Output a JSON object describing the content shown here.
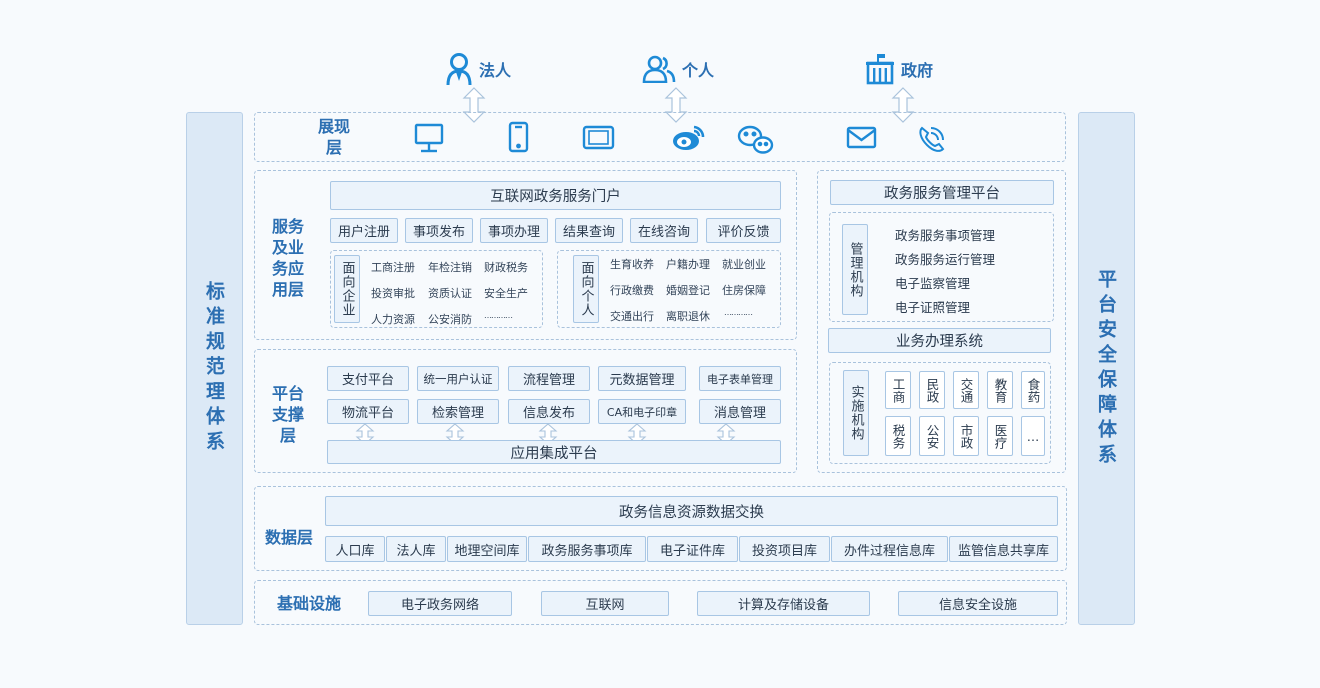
{
  "colors": {
    "accent": "#2c6fb2",
    "icon": "#1e8ad6",
    "panel": "#ebf3fb",
    "border": "#a8c6e4"
  },
  "actors": [
    {
      "label": "法人",
      "icon": "person-icon"
    },
    {
      "label": "个人",
      "icon": "people-icon"
    },
    {
      "label": "政府",
      "icon": "government-building-icon"
    }
  ],
  "left_bar": "标准规范理体系",
  "right_bar": "平台安全保障体系",
  "presentation": {
    "title": "展现层",
    "icons": [
      "desktop-icon",
      "mobile-icon",
      "tablet-icon",
      "weibo-icon",
      "wechat-icon",
      "mail-icon",
      "phone-icon"
    ]
  },
  "service": {
    "title": "服务及业务应用层",
    "portal": "互联网政务服务门户",
    "buttons": [
      "用户注册",
      "事项发布",
      "事项办理",
      "结果查询",
      "在线咨询",
      "评价反馈"
    ],
    "enterprise": {
      "label": "面向企业",
      "items": [
        "工商注册",
        "年检注销",
        "财政税务",
        "投资审批",
        "资质认证",
        "安全生产",
        "人力资源",
        "公安消防",
        "…………"
      ]
    },
    "personal": {
      "label": "面向个人",
      "items": [
        "生育收养",
        "户籍办理",
        "就业创业",
        "行政缴费",
        "婚姻登记",
        "住房保障",
        "交通出行",
        "离职退休",
        "…………"
      ]
    }
  },
  "platform": {
    "title": "平台支撑层",
    "row1": [
      "支付平台",
      "统一用户认证",
      "流程管理",
      "元数据管理",
      "电子表单管理"
    ],
    "row2": [
      "物流平台",
      "检索管理",
      "信息发布",
      "CA和电子印章",
      "消息管理"
    ],
    "integration": "应用集成平台"
  },
  "management": {
    "title": "政务服务管理平台",
    "org_label": "管理机构",
    "items": [
      "政务服务事项管理",
      "政务服务运行管理",
      "电子监察管理",
      "电子证照管理"
    ],
    "business_title": "业务办理系统",
    "impl_label": "实施机构",
    "tiles_row1": [
      "工商",
      "民政",
      "交通",
      "教育",
      "食药"
    ],
    "tiles_row2": [
      "税务",
      "公安",
      "市政",
      "医疗",
      "…"
    ]
  },
  "data_layer": {
    "title": "数据层",
    "exchange": "政务信息资源数据交换",
    "dbs": [
      "人口库",
      "法人库",
      "地理空间库",
      "政务服务事项库",
      "电子证件库",
      "投资项目库",
      "办件过程信息库",
      "监管信息共享库"
    ]
  },
  "infra": {
    "title": "基础设施",
    "items": [
      "电子政务网络",
      "互联网",
      "计算及存储设备",
      "信息安全设施"
    ]
  }
}
